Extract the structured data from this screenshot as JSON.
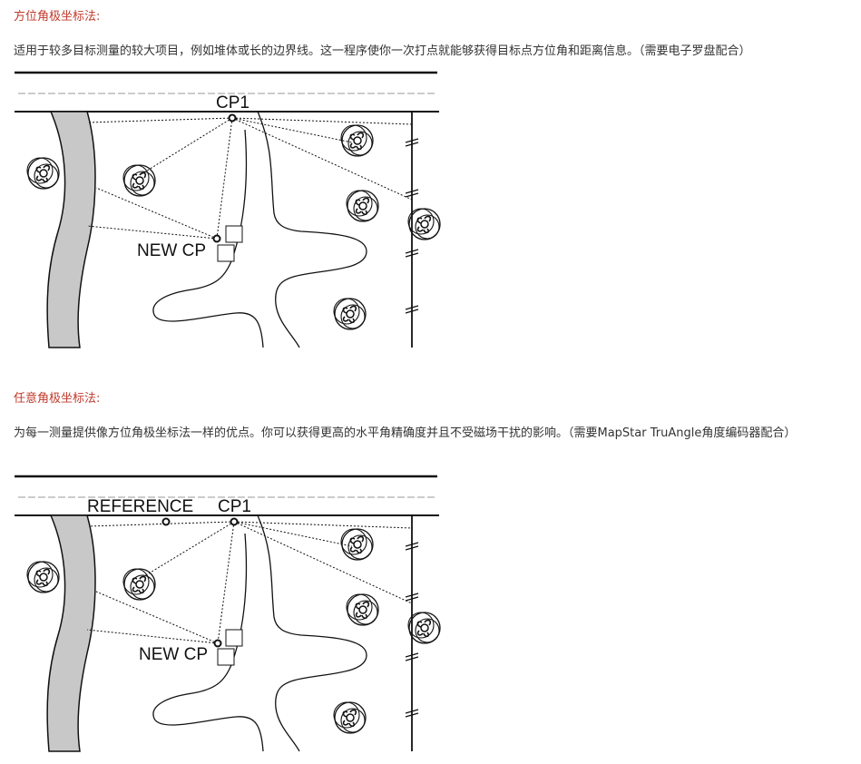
{
  "section1": {
    "heading": "方位角极坐标法:",
    "description": "适用于较多目标测量的较大项目，例如堆体或长的边界线。这一程序使你一次打点就能够获得目标点方位角和距离信息。（需要电子罗盘配合）",
    "figure": {
      "cp_label": "CP1",
      "new_cp_label": "NEW CP"
    }
  },
  "section2": {
    "heading": "任意角极坐标法:",
    "description": "为每一测量提供像方位角极坐标法一样的优点。你可以获得更高的水平角精确度并且不受磁场干扰的影响。（需要MapStar TruAngle角度编码器配合）",
    "figure": {
      "reference_label": "REFERENCE",
      "cp_label": "CP1",
      "new_cp_label": "NEW CP"
    }
  }
}
